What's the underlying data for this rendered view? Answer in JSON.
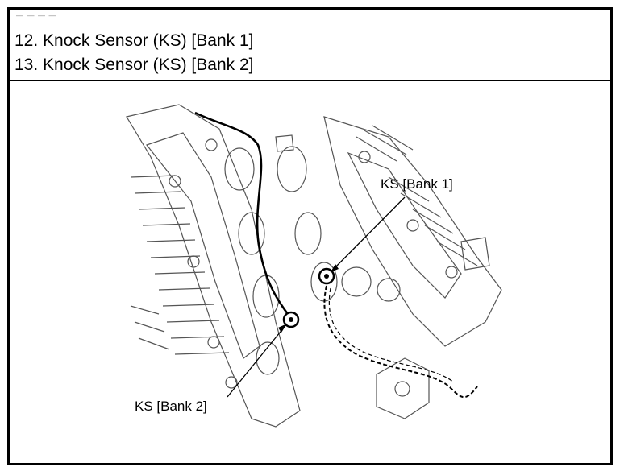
{
  "header": {
    "top_mark": "— — — —",
    "items": [
      {
        "label": "12. Knock Sensor (KS) [Bank 1]"
      },
      {
        "label": "13. Knock Sensor (KS) [Bank 2]"
      }
    ]
  },
  "figure": {
    "callouts": [
      {
        "id": "ks-bank1",
        "label": "KS [Bank 1]"
      },
      {
        "id": "ks-bank2",
        "label": "KS [Bank 2]"
      }
    ],
    "line_color": "#000000",
    "drawing_color": "#555555"
  }
}
